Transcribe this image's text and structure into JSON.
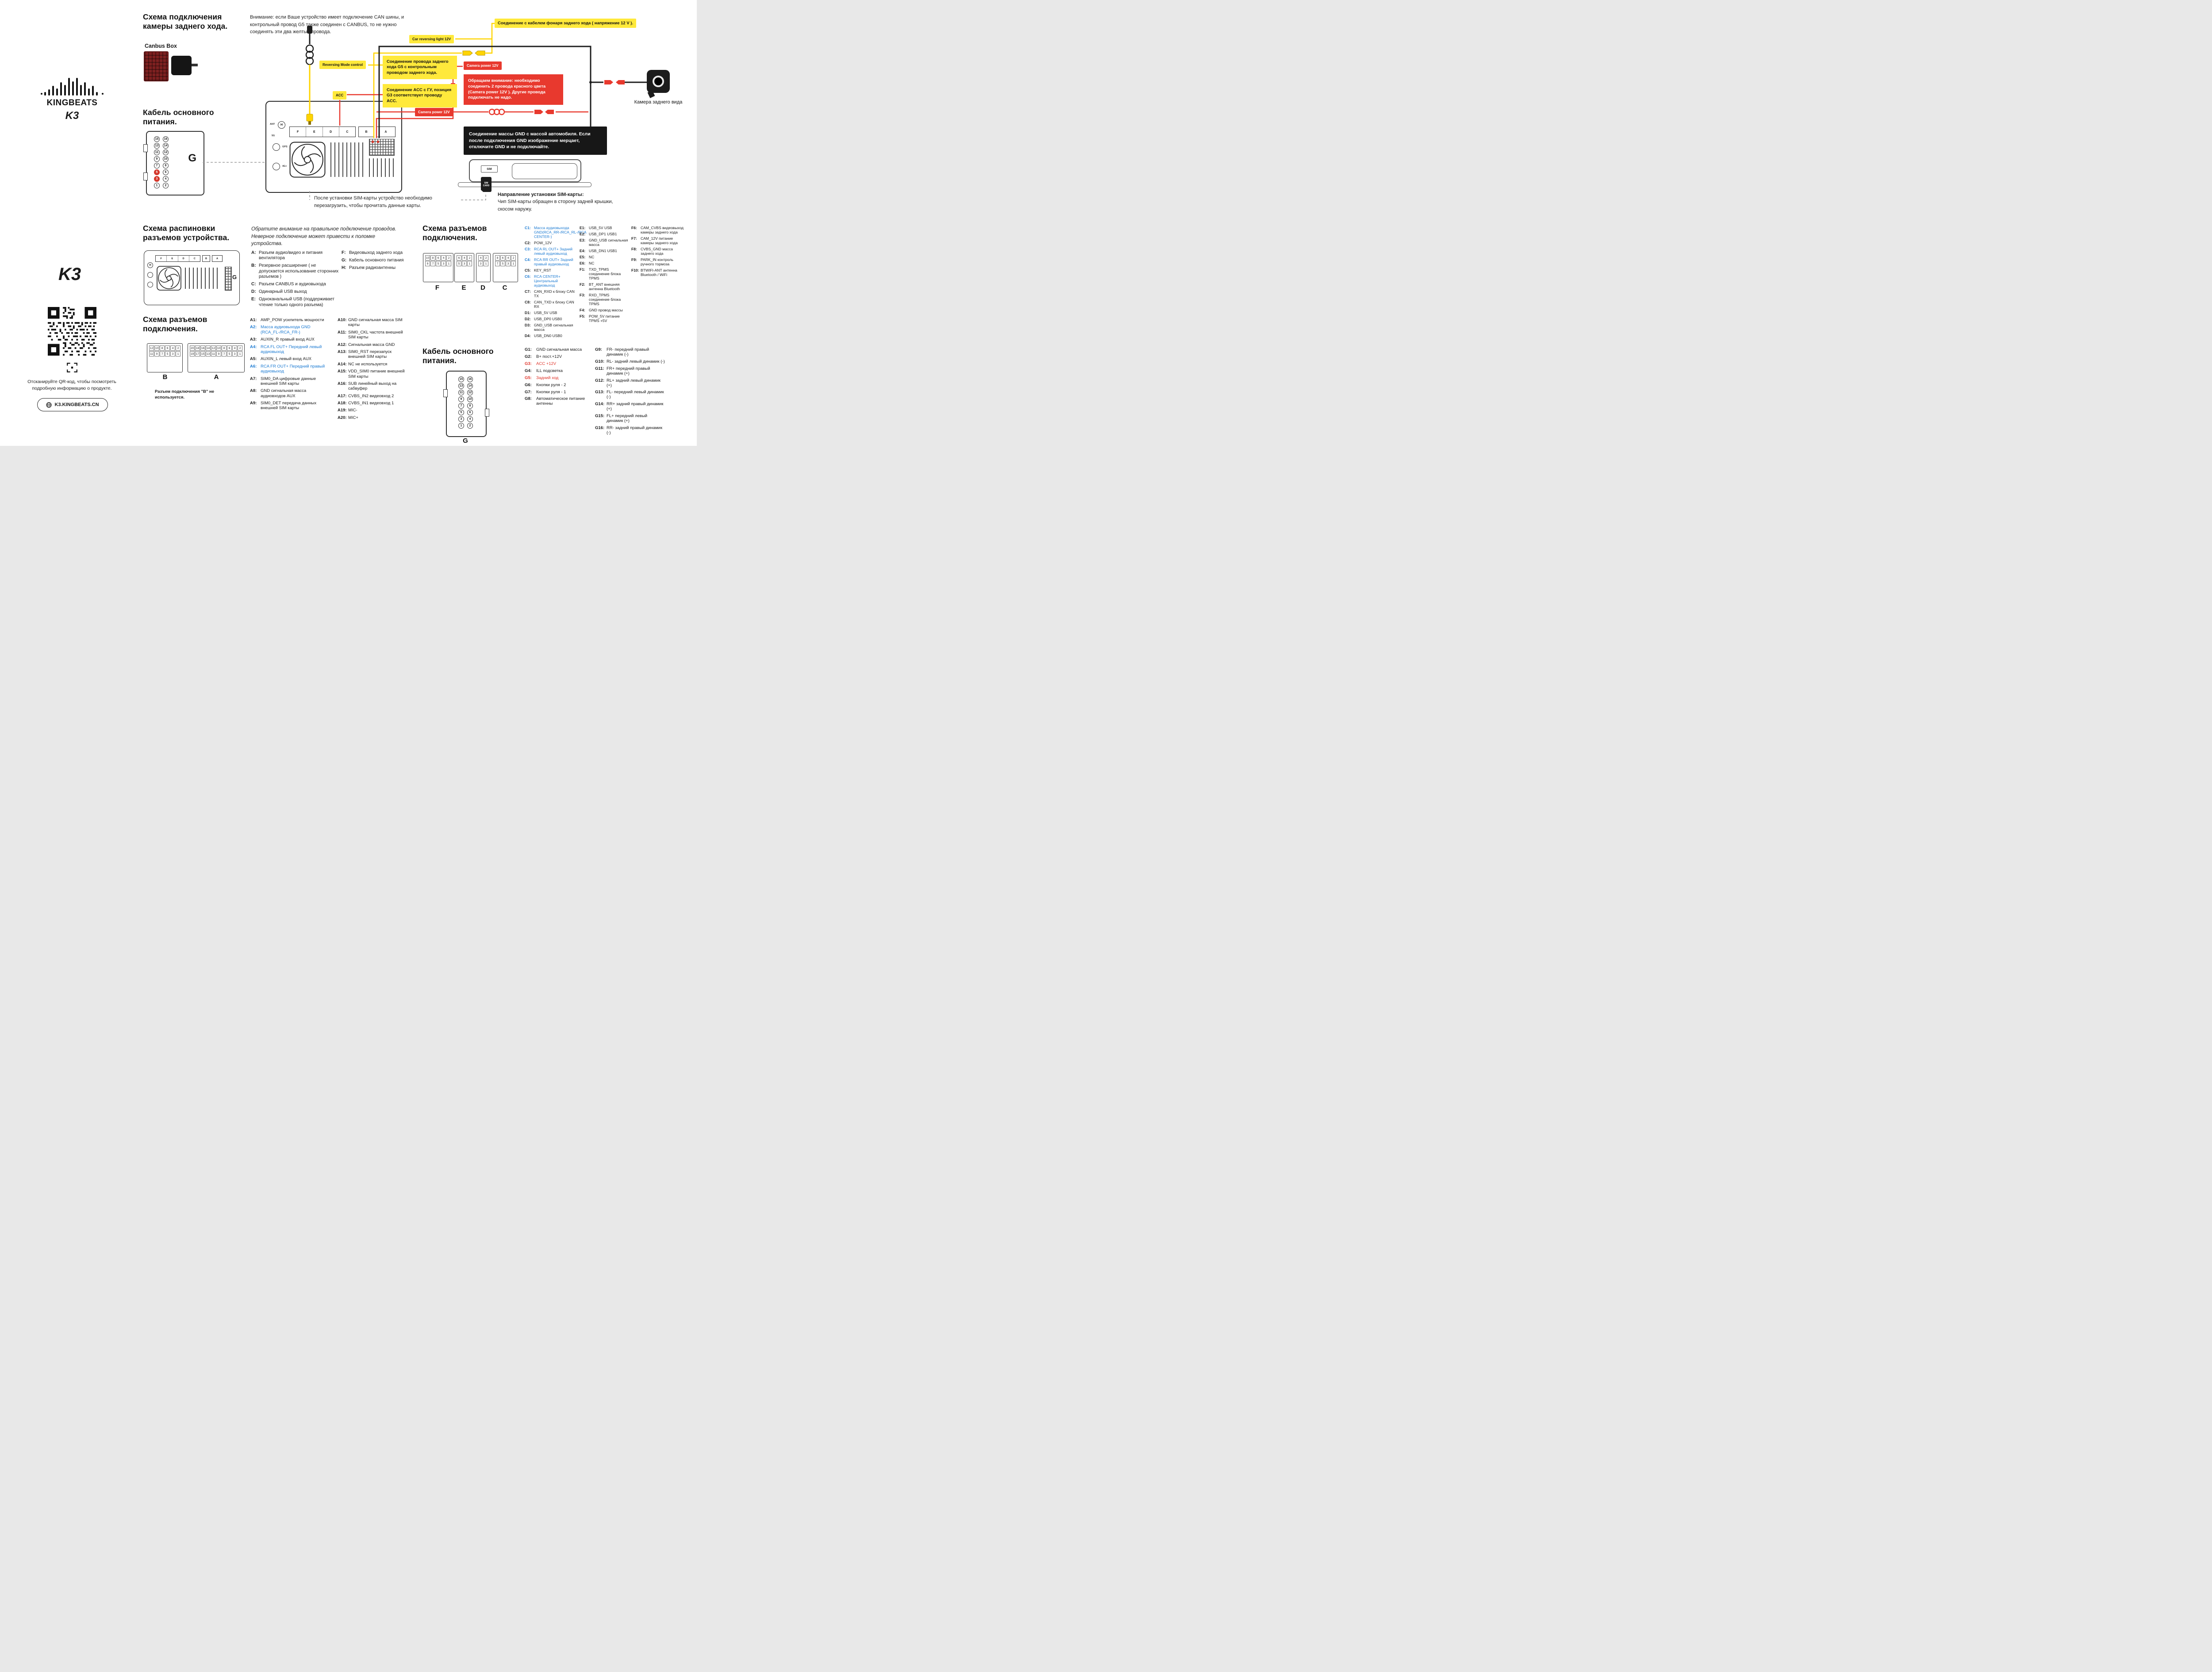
{
  "sidebar": {
    "brand": "KINGBEATS",
    "model": "K3",
    "model_mark": "K3",
    "qr_caption": "Отсканируйте QR-код, чтобы посмотреть подробную информацию о продукте.",
    "site_button": "K3.KINGBEATS.CN"
  },
  "colors": {
    "accent_yellow": "#ffe93b",
    "accent_red": "#e8392e",
    "accent_black": "#171717",
    "link_blue": "#1b7ad2"
  },
  "top": {
    "camera_title": "Схема подключения камеры заднего хода.",
    "canbus_label": "Canbus Box",
    "power_title": "Кабель основного питания.",
    "warning": "Внимание: если Ваше устройство имеет подключение CAN шины, и контрольный провод G5 также соединен с CANBUS, то не нужно соединять эти два желтых провода.",
    "tags": {
      "reverse_cable": "Соединение с кабелем фонаря заднего хода ( напряжение 12 V ).",
      "car_reversing_light": "Car reversing light 12V",
      "reversing_mode": "Reversing Mode control",
      "camera_power_top": "Camera power 12V",
      "camera_power_left": "Camera power 12V",
      "acc": "ACC"
    },
    "notes": {
      "g5": "Соединение провода заднего хода G5 с контрольным проводом заднего хода.",
      "acc": "Соединение ACC с ГУ, позиция G3 соответствует проводу ACC.",
      "red": "Обращаем внимание: необходимо соединить 2 провода красного цвета (Camera power 12V ). Другие провода подключать не надо.",
      "gnd": "Соединение массы GND с массой автомобиля. Если после подключения GND изображение мерцает, отключите GND и не подключайте."
    },
    "camera_caption": "Камера заднего вида",
    "sim": {
      "slot": "SIM",
      "card_line1": "SIM",
      "card_line2": "CARD",
      "note": "После установки SIM-карты устройство необходимо перезагрузить, чтобы прочитать данные карты.",
      "direction_title": "Направление установки SIM-карты:",
      "direction_text": "Чип SIM-карты обращен в сторону задней крышки, скосом наружу."
    }
  },
  "device": {
    "ant": "ANT",
    "h": "H",
    "g5": "5G",
    "gps": "GPS",
    "lte": "4G+",
    "letters": [
      "F",
      "E",
      "D",
      "C"
    ],
    "b": "B",
    "a": "A",
    "g": "G"
  },
  "g_connector": {
    "label": "G",
    "pins": [
      {
        "n": "15"
      },
      {
        "n": "16"
      },
      {
        "n": "13"
      },
      {
        "n": "14"
      },
      {
        "n": "11"
      },
      {
        "n": "12"
      },
      {
        "n": "9"
      },
      {
        "n": "10"
      },
      {
        "n": "7"
      },
      {
        "n": "8"
      },
      {
        "n": "5",
        "cls": "red"
      },
      {
        "n": "6"
      },
      {
        "n": "3",
        "cls": "red"
      },
      {
        "n": "4"
      },
      {
        "n": "1"
      },
      {
        "n": "2"
      }
    ],
    "pins_plain": [
      {
        "n": "15"
      },
      {
        "n": "16"
      },
      {
        "n": "13"
      },
      {
        "n": "14"
      },
      {
        "n": "11"
      },
      {
        "n": "12"
      },
      {
        "n": "9"
      },
      {
        "n": "10"
      },
      {
        "n": "7"
      },
      {
        "n": "8"
      },
      {
        "n": "5"
      },
      {
        "n": "6"
      },
      {
        "n": "3"
      },
      {
        "n": "4"
      },
      {
        "n": "1"
      },
      {
        "n": "2"
      }
    ]
  },
  "sections": {
    "pinout_title": "Схема распиновки разъемов устройства.",
    "pinout_note": "Обратите внимание на правильное подключение проводов. Неверное подключение может привести к поломке устройства.",
    "conn_title": "Схема разъемов подключения.",
    "power_title": "Кабель основного питания.",
    "b_unused": "Разъем подключения \"B\" не используется."
  },
  "letters_col1": [
    {
      "k": "A:",
      "t": "Разъем аудио/видео и питания вентилятора"
    },
    {
      "k": "B:",
      "t": "Резервное расширение ( не допускается использование сторонних разъемов )"
    },
    {
      "k": "C:",
      "t": "Разъем CANBUS и аудиовыхода"
    },
    {
      "k": "D:",
      "t": "Одинарный USB выход"
    },
    {
      "k": "E:",
      "t": "Одноканальный USB (поддерживает чтение только одного разъема)"
    }
  ],
  "letters_col2": [
    {
      "k": "F:",
      "t": "Видеовыход заднего хода"
    },
    {
      "k": "G:",
      "t": "Кабель основного питания"
    },
    {
      "k": "H:",
      "t": "Разъем радиоантенны"
    }
  ],
  "conn_b": {
    "label": "B",
    "top": [
      "12",
      "10",
      "8",
      "6",
      "4",
      "2"
    ],
    "bottom": [
      "11",
      "9",
      "7",
      "5",
      "3",
      "1"
    ]
  },
  "conn_a": {
    "label": "A",
    "top": [
      "20",
      "18",
      "16",
      "14",
      "12",
      "10",
      "8",
      "6",
      "4",
      "2"
    ],
    "bottom": [
      "19",
      "17",
      "15",
      "13",
      "11",
      "9",
      "7",
      "5",
      "3",
      "1"
    ]
  },
  "conn_f": {
    "label": "F",
    "top": [
      "10",
      "8",
      "6",
      "4",
      "2"
    ],
    "bottom": [
      "9",
      "7",
      "5",
      "3",
      "1"
    ]
  },
  "conn_e": {
    "label": "E",
    "top": [
      "6",
      "4",
      "2"
    ],
    "bottom": [
      "5",
      "3",
      "1"
    ]
  },
  "conn_d": {
    "label": "D",
    "top": [
      "4",
      "2"
    ],
    "bottom": [
      "3",
      "1"
    ]
  },
  "conn_c": {
    "label": "C",
    "top": [
      "8",
      "6",
      "4",
      "2"
    ],
    "bottom": [
      "7",
      "5",
      "3",
      "1"
    ]
  },
  "a_col1": [
    {
      "k": "A1:",
      "t": "AMP_POW усилитель мощности"
    },
    {
      "k": "A2:",
      "t": "Масса аудиовыхода GND (RCA_FL-/RCA_FR-)",
      "cls": "blue"
    },
    {
      "k": "A3:",
      "t": "AUXIN_R правый вход AUX"
    },
    {
      "k": "A4:",
      "t": "RCA FL OUT+ Передний левый аудиовыход",
      "cls": "blue"
    },
    {
      "k": "A5:",
      "t": "AUXIN_L левый вход AUX"
    },
    {
      "k": "A6:",
      "t": "RCA FR OUT+ Передний правый аудиовыход",
      "cls": "blue"
    },
    {
      "k": "A7:",
      "t": "SIM0_DA цифровые данные внешней SIM карты"
    },
    {
      "k": "A8:",
      "t": "GND сигнальная масса аудиовходов AUX"
    },
    {
      "k": "A9:",
      "t": "SIM0_DET передача данных внешней SIM карты"
    }
  ],
  "a_col2": [
    {
      "k": "A10:",
      "t": "GND сигнальная масса SIM карты"
    },
    {
      "k": "A11:",
      "t": "SIM0_CKL частота внешней SIM карты"
    },
    {
      "k": "A12:",
      "t": "Сигнальная масса GND"
    },
    {
      "k": "A13:",
      "t": "SIM0_RST перезапуск внешней SIM карты"
    },
    {
      "k": "A14:",
      "t": "NC  не используется"
    },
    {
      "k": "A15:",
      "t": "VDD_SIM0 питание внешней SIM карты"
    },
    {
      "k": "A16:",
      "t": "SUB линейный выход на сабвуфер"
    },
    {
      "k": "A17:",
      "t": "CVBS_IN2 видеовход 2"
    },
    {
      "k": "A18:",
      "t": "CVBS_IN1 видеовход 1"
    },
    {
      "k": "A19:",
      "t": "MIC-"
    },
    {
      "k": "A20:",
      "t": "MIC+"
    }
  ],
  "cd_col": [
    {
      "k": "C1:",
      "t": "Масса аудиовыхода GND(RCA_RR-/RCA_RL-/RCA CENTER-)",
      "cls": "blue"
    },
    {
      "k": "C2:",
      "t": "POW_12V"
    },
    {
      "k": "C3:",
      "t": "RCA RL OUT+ Задний левый аудиовыход",
      "cls": "blue"
    },
    {
      "k": "C4:",
      "t": "RCA RR OUT+ Задний правый аудиовыход",
      "cls": "blue"
    },
    {
      "k": "C5:",
      "t": "KEY_RST"
    },
    {
      "k": "C6:",
      "t": "RCA CENTER+ Центральный аудиовыход",
      "cls": "blue"
    },
    {
      "k": "C7:",
      "t": "CAN_RXD к блоку CAN TX"
    },
    {
      "k": "C8:",
      "t": "CAN_TXD к блоку CAN RX"
    },
    {
      "k": "D1:",
      "t": "USB_5V USB"
    },
    {
      "k": "D2:",
      "t": "USB_DP0 USB0"
    },
    {
      "k": "D3:",
      "t": "GND_USB сигнальная масса"
    },
    {
      "k": "D4:",
      "t": "USB_DN0 USB0"
    }
  ],
  "ef_col": [
    {
      "k": "E1:",
      "t": "USB_5V USB"
    },
    {
      "k": "E2:",
      "t": "USB_DP1 USB1"
    },
    {
      "k": "E3:",
      "t": "GND_USB сигнальная масса"
    },
    {
      "k": "E4:",
      "t": "USB_DN1 USB1"
    },
    {
      "k": "E5:",
      "t": "NC"
    },
    {
      "k": "E6:",
      "t": "NC"
    },
    {
      "k": "F1:",
      "t": "TXD_TPMS соединение блока TPMS"
    },
    {
      "k": "F2:",
      "t": "BT_ANT внешняя антенна Bluetooth"
    },
    {
      "k": "F3:",
      "t": "RXD_TPMS соединение блока TPMS"
    },
    {
      "k": "F4:",
      "t": "GND провод массы"
    },
    {
      "k": "F5:",
      "t": "POW_5V питание TPMS +5V"
    }
  ],
  "f2_col": [
    {
      "k": "F6:",
      "t": "CAM_CVBS видеовыход камеры заднего хода"
    },
    {
      "k": "F7:",
      "t": "CAM_12V питание камеры заднего хода"
    },
    {
      "k": "F8:",
      "t": "CVBS_GND масса заднего хода"
    },
    {
      "k": "F9:",
      "t": "PARK_IN контроль ручного тормоза"
    },
    {
      "k": "F10:",
      "t": "BTWIFI-ANT антенна Bluetooth / WiFi"
    }
  ],
  "g_col1": [
    {
      "k": "G1:",
      "t": "GND сигнальная масса"
    },
    {
      "k": "G2:",
      "t": "B+ пост.+12V"
    },
    {
      "k": "G3:",
      "t": "ACC +12V",
      "cls": "red"
    },
    {
      "k": "G4:",
      "t": "ILL подсветка"
    },
    {
      "k": "G5:",
      "t": "Задний ход",
      "cls": "red"
    },
    {
      "k": "G6:",
      "t": "Кнопки руля - 2"
    },
    {
      "k": "G7:",
      "t": "Кнопки руля - 1"
    },
    {
      "k": "G8:",
      "t": "Автоматическое питание антенны"
    }
  ],
  "g_col2": [
    {
      "k": "G9:",
      "t": "FR- передний правый динамик (-)"
    },
    {
      "k": "G10:",
      "t": "RL- задний левый динамик (-)"
    },
    {
      "k": "G11:",
      "t": "FR+ передний правый динамик (+)"
    },
    {
      "k": "G12:",
      "t": "RL+ задний левый динамик (+)"
    },
    {
      "k": "G13:",
      "t": "FL- передний левый динамик (-)"
    },
    {
      "k": "G14:",
      "t": "RR+ задний правый динамик (+)"
    },
    {
      "k": "G15:",
      "t": "FL+ передний левый динамик (+)"
    },
    {
      "k": "G16:",
      "t": "RR- задний правый динамик (-)"
    }
  ]
}
